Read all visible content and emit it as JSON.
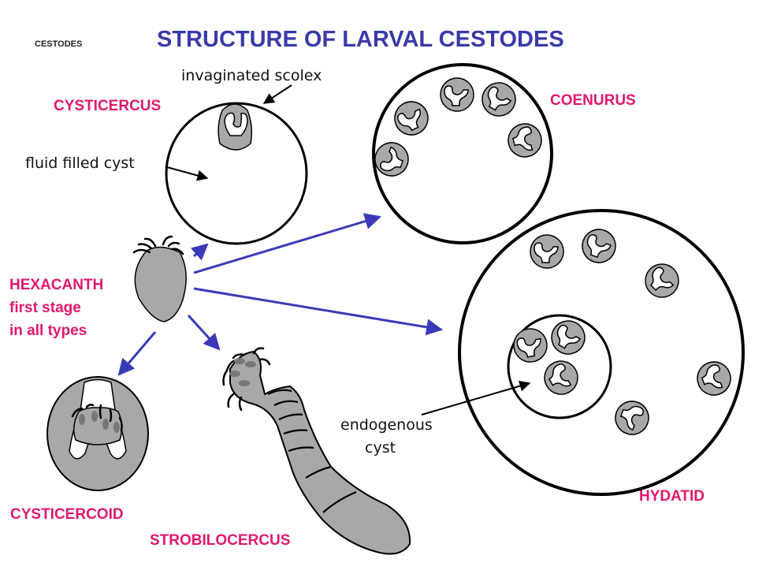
{
  "header": {
    "section_label": "CESTODES",
    "title": "STRUCTURE OF LARVAL CESTODES"
  },
  "labels": {
    "cysticercus": "CYSTICERCUS",
    "coenurus": "COENURUS",
    "hexacanth": "HEXACANTH",
    "hexacanth_line2": "first stage",
    "hexacanth_line3": "in all types",
    "cysticercoid": "CYSTICERCOID",
    "strobilocercus": "STROBILOCERCUS",
    "hydatid": "HYDATID"
  },
  "annotations": {
    "invaginated_scolex": "invaginated scolex",
    "fluid_filled_cyst": "fluid filled cyst",
    "endogenous_line1": "endogenous",
    "endogenous_line2": "cyst"
  },
  "colors": {
    "title": "#3a3aa8",
    "stage_label": "#e0186c",
    "arrow": "#3a3ab8",
    "tissue": "#a8a8a8"
  }
}
